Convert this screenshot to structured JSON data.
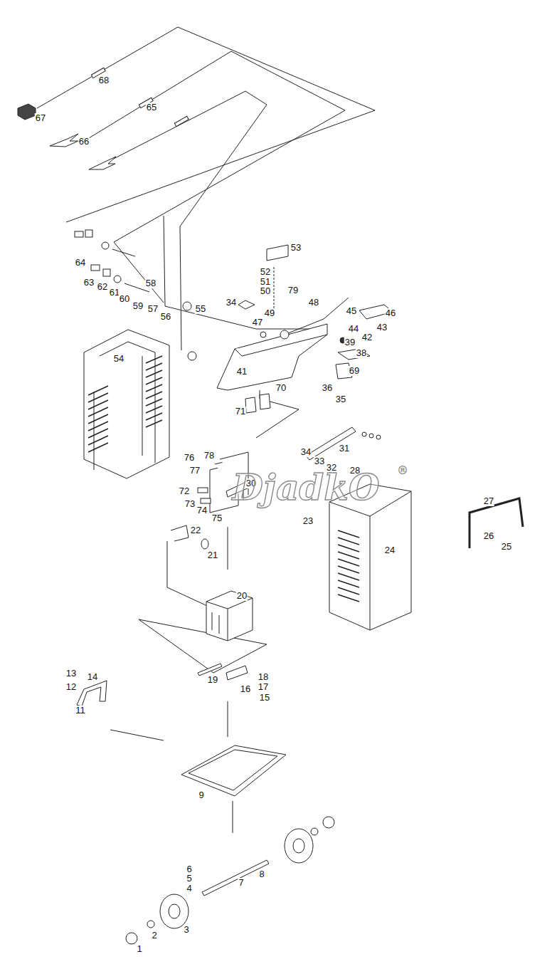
{
  "diagram": {
    "labels": [
      "67",
      "68",
      "65",
      "66",
      "53",
      "52",
      "51",
      "50",
      "79",
      "48",
      "49",
      "47",
      "34",
      "45",
      "46",
      "44",
      "43",
      "42",
      "39",
      "38",
      "69",
      "36",
      "35",
      "41",
      "70",
      "71",
      "64",
      "63",
      "62",
      "61",
      "60",
      "59",
      "58",
      "57",
      "56",
      "55",
      "54",
      "34",
      "31",
      "33",
      "32",
      "28",
      "30",
      "76",
      "78",
      "77",
      "72",
      "73",
      "74",
      "75",
      "23",
      "24",
      "27",
      "26",
      "25",
      "22",
      "21",
      "20",
      "13",
      "14",
      "12",
      "11",
      "19",
      "18",
      "17",
      "16",
      "15",
      "9",
      "6",
      "5",
      "4",
      "7",
      "8",
      "3",
      "2",
      "1",
      "DjadkO",
      "®"
    ]
  }
}
